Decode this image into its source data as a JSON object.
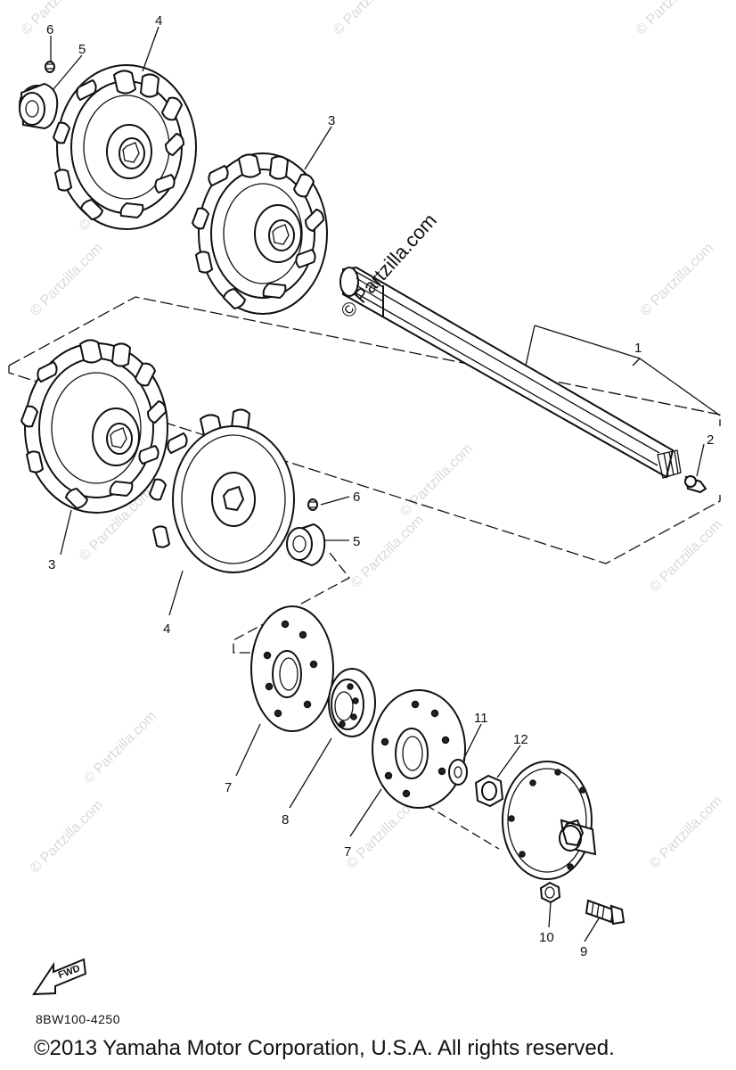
{
  "callouts": {
    "c1": "1",
    "c2": "2",
    "c3_top": "3",
    "c3_left": "3",
    "c4_top": "4",
    "c4_bottom": "4",
    "c5_top": "5",
    "c5_mid": "5",
    "c6_top": "6",
    "c6_mid": "6",
    "c7_left": "7",
    "c7_right": "7",
    "c8": "8",
    "c9": "9",
    "c10": "10",
    "c11": "11",
    "c12": "12"
  },
  "watermark": {
    "text": "© Partzilla.com",
    "center_text": "© Partzilla.com"
  },
  "fwd_label": "FWD",
  "diagram_code": "8BW100-4250",
  "copyright": "©2013  Yamaha Motor Corporation, U.S.A. All rights reserved."
}
